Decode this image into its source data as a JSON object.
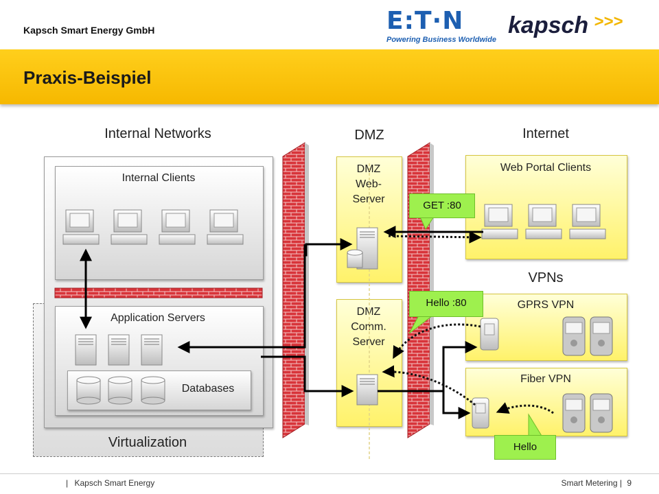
{
  "header": {
    "company": "Kapsch Smart Energy GmbH",
    "title": "Praxis-Beispiel",
    "eaton_logo": "E:T·N",
    "eaton_tagline": "Powering Business Worldwide",
    "kapsch_logo": "kapsch",
    "kapsch_arrows": ">>>"
  },
  "zones": {
    "internal": "Internal Networks",
    "dmz": "DMZ",
    "internet": "Internet",
    "vpns": "VPNs"
  },
  "panels": {
    "internal_clients": "Internal Clients",
    "application_servers": "Application Servers",
    "databases": "Databases",
    "virtualization": "Virtualization",
    "dmz_web_server": [
      "DMZ",
      "Web-",
      "Server"
    ],
    "dmz_comm_server": [
      "DMZ",
      "Comm.",
      "Server"
    ],
    "web_portal_clients": "Web Portal Clients",
    "gprs_vpn": "GPRS VPN",
    "fiber_vpn": "Fiber VPN"
  },
  "callouts": {
    "get": "GET :80",
    "hello80": "Hello :80",
    "hello": "Hello"
  },
  "footer": {
    "left_sep": "|",
    "left": "Kapsch Smart Energy",
    "right": "Smart Metering |",
    "page": "9"
  },
  "colors": {
    "title_bar": "#f8c200",
    "firewall": "#d8343a",
    "callout": "#9ef04e",
    "eaton_blue": "#1d5fb1"
  }
}
